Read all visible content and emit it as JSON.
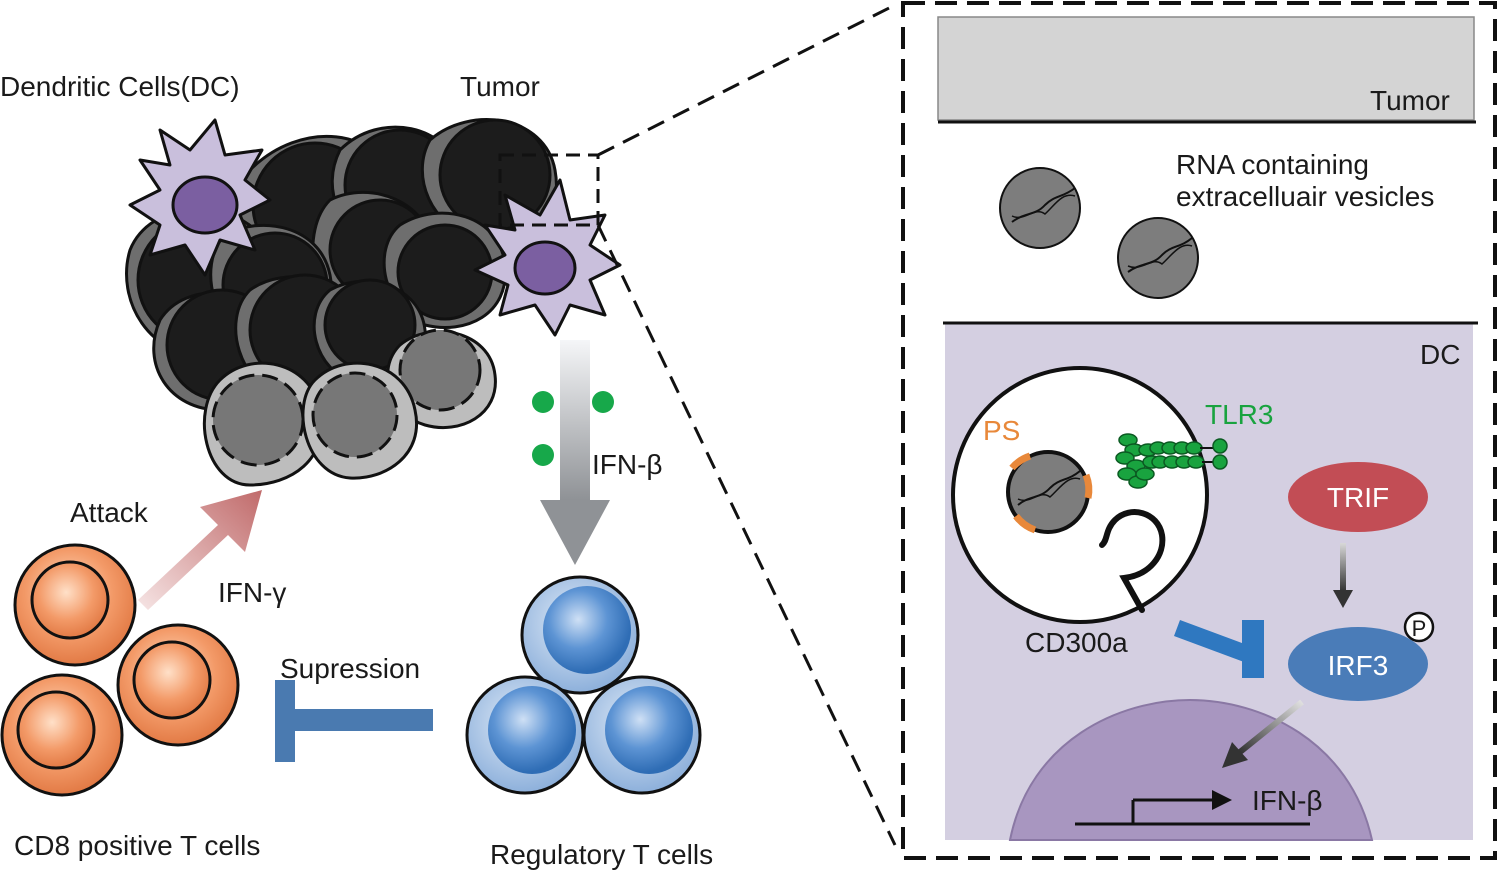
{
  "labels": {
    "dendritic_cells": "Dendritic Cells(DC)",
    "tumor_left": "Tumor",
    "attack": "Attack",
    "ifn_gamma": "IFN-γ",
    "ifn_beta_left": "IFN-β",
    "suppression": "Supression",
    "cd8_t_cells": "CD8 positive T cells",
    "regulatory_t_cells": "Regulatory T cells",
    "tumor_right": "Tumor",
    "rna_vesicles_line1": "RNA containing",
    "rna_vesicles_line2": "extracelluair vesicles",
    "dc_right": "DC",
    "ps": "PS",
    "tlr3": "TLR3",
    "trif": "TRIF",
    "irf3": "IRF3",
    "phospho": "P",
    "cd300a": "CD300a",
    "ifn_beta_right": "IFN-β"
  },
  "colors": {
    "dc_cell": "#c9bfdc",
    "dc_nucleus": "#7b5fa1",
    "tumor_outer": "#6e6e6e",
    "tumor_inner": "#1c1c1c",
    "dying_tumor": "#bdbdbd",
    "cd8_outer": "#f0a37a",
    "treg_outer": "#8fb1d9",
    "ifn_beta_dots": "#17a84a",
    "ps_orange": "#e8883a",
    "tlr3_green": "#19a33f",
    "trif_red": "#c24d55",
    "irf3_blue": "#4a7cb8",
    "inhibit_blue": "#2f78c0",
    "dc_region": "#d4cfe1",
    "nucleus_region": "#a896c0",
    "tumor_band": "#d4d4d4"
  }
}
